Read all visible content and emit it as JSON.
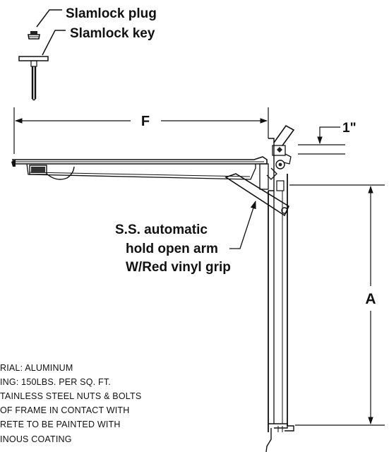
{
  "callouts": {
    "slamlock_plug": "Slamlock plug",
    "slamlock_key": "Slamlock key",
    "arm_line1": "S.S. automatic",
    "arm_line2": "hold open arm",
    "arm_line3": "W/Red vinyl grip"
  },
  "dimensions": {
    "width": "F",
    "height": "A",
    "offset": "1\""
  },
  "notes": [
    "RIAL: ALUMINUM",
    "ING: 150LBS. PER SQ. FT.",
    "TAINLESS STEEL NUTS & BOLTS",
    "OF FRAME IN CONTACT WITH",
    "RETE TO BE PAINTED WITH",
    "INOUS COATING"
  ]
}
